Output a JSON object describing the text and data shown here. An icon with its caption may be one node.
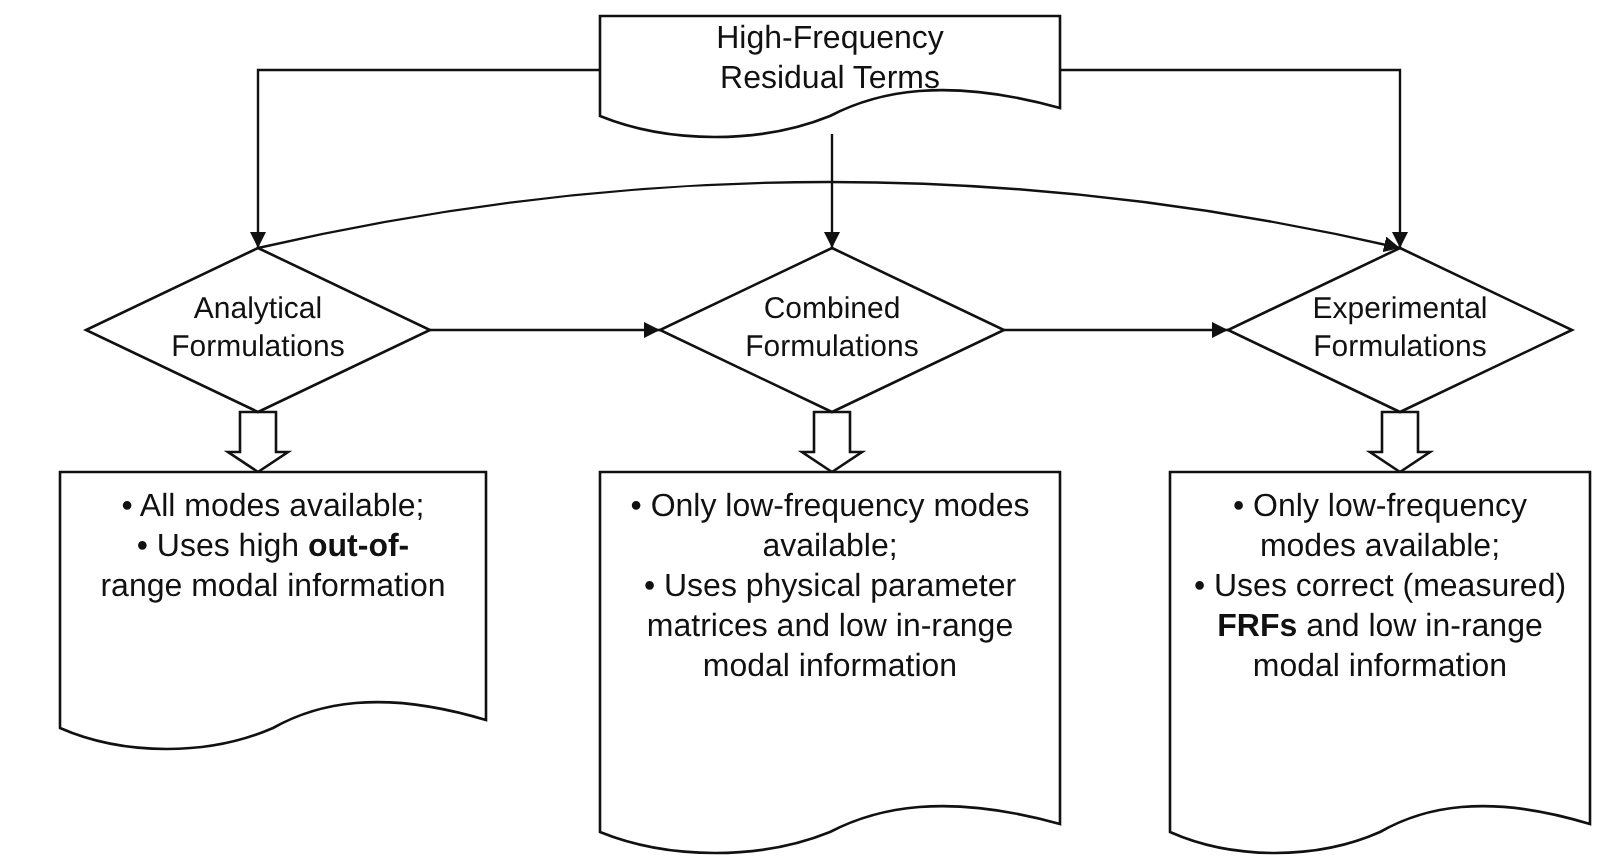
{
  "diagram": {
    "nodes": [
      {
        "text": [
          "High-Frequency Residual Terms"
        ]
      },
      {
        "text": [
          "Analytical Formulations"
        ]
      },
      {
        "text": [
          "Combined Formulations"
        ]
      },
      {
        "text": [
          "Experimental Formulations"
        ]
      },
      {
        "text": [
          "• All modes available;",
          "• Uses high **out-of-** range modal information"
        ]
      },
      {
        "text": [
          "• Only low-frequency modes available;",
          "• Uses physical parameter matrices and low in-range modal information"
        ]
      },
      {
        "text": [
          "• Only low-frequency modes available;",
          "• Uses correct (measured) **FRFs** and low in-range modal information"
        ]
      }
    ],
    "edges": [
      {
        "from": 0,
        "to": 1,
        "arrow": "to"
      },
      {
        "from": 0,
        "to": 2,
        "arrow": "to"
      },
      {
        "from": 0,
        "to": 3,
        "arrow": "to"
      },
      {
        "from": 1,
        "to": 3,
        "arrow": "to"
      },
      {
        "from": 1,
        "to": 2,
        "arrow": "to"
      },
      {
        "from": 2,
        "to": 3,
        "arrow": "to"
      },
      {
        "from": 1,
        "to": 4,
        "arrow": "to",
        "style": "thick"
      },
      {
        "from": 2,
        "to": 5,
        "arrow": "to",
        "style": "thick"
      },
      {
        "from": 3,
        "to": 6,
        "arrow": "to",
        "style": "thick"
      }
    ]
  }
}
